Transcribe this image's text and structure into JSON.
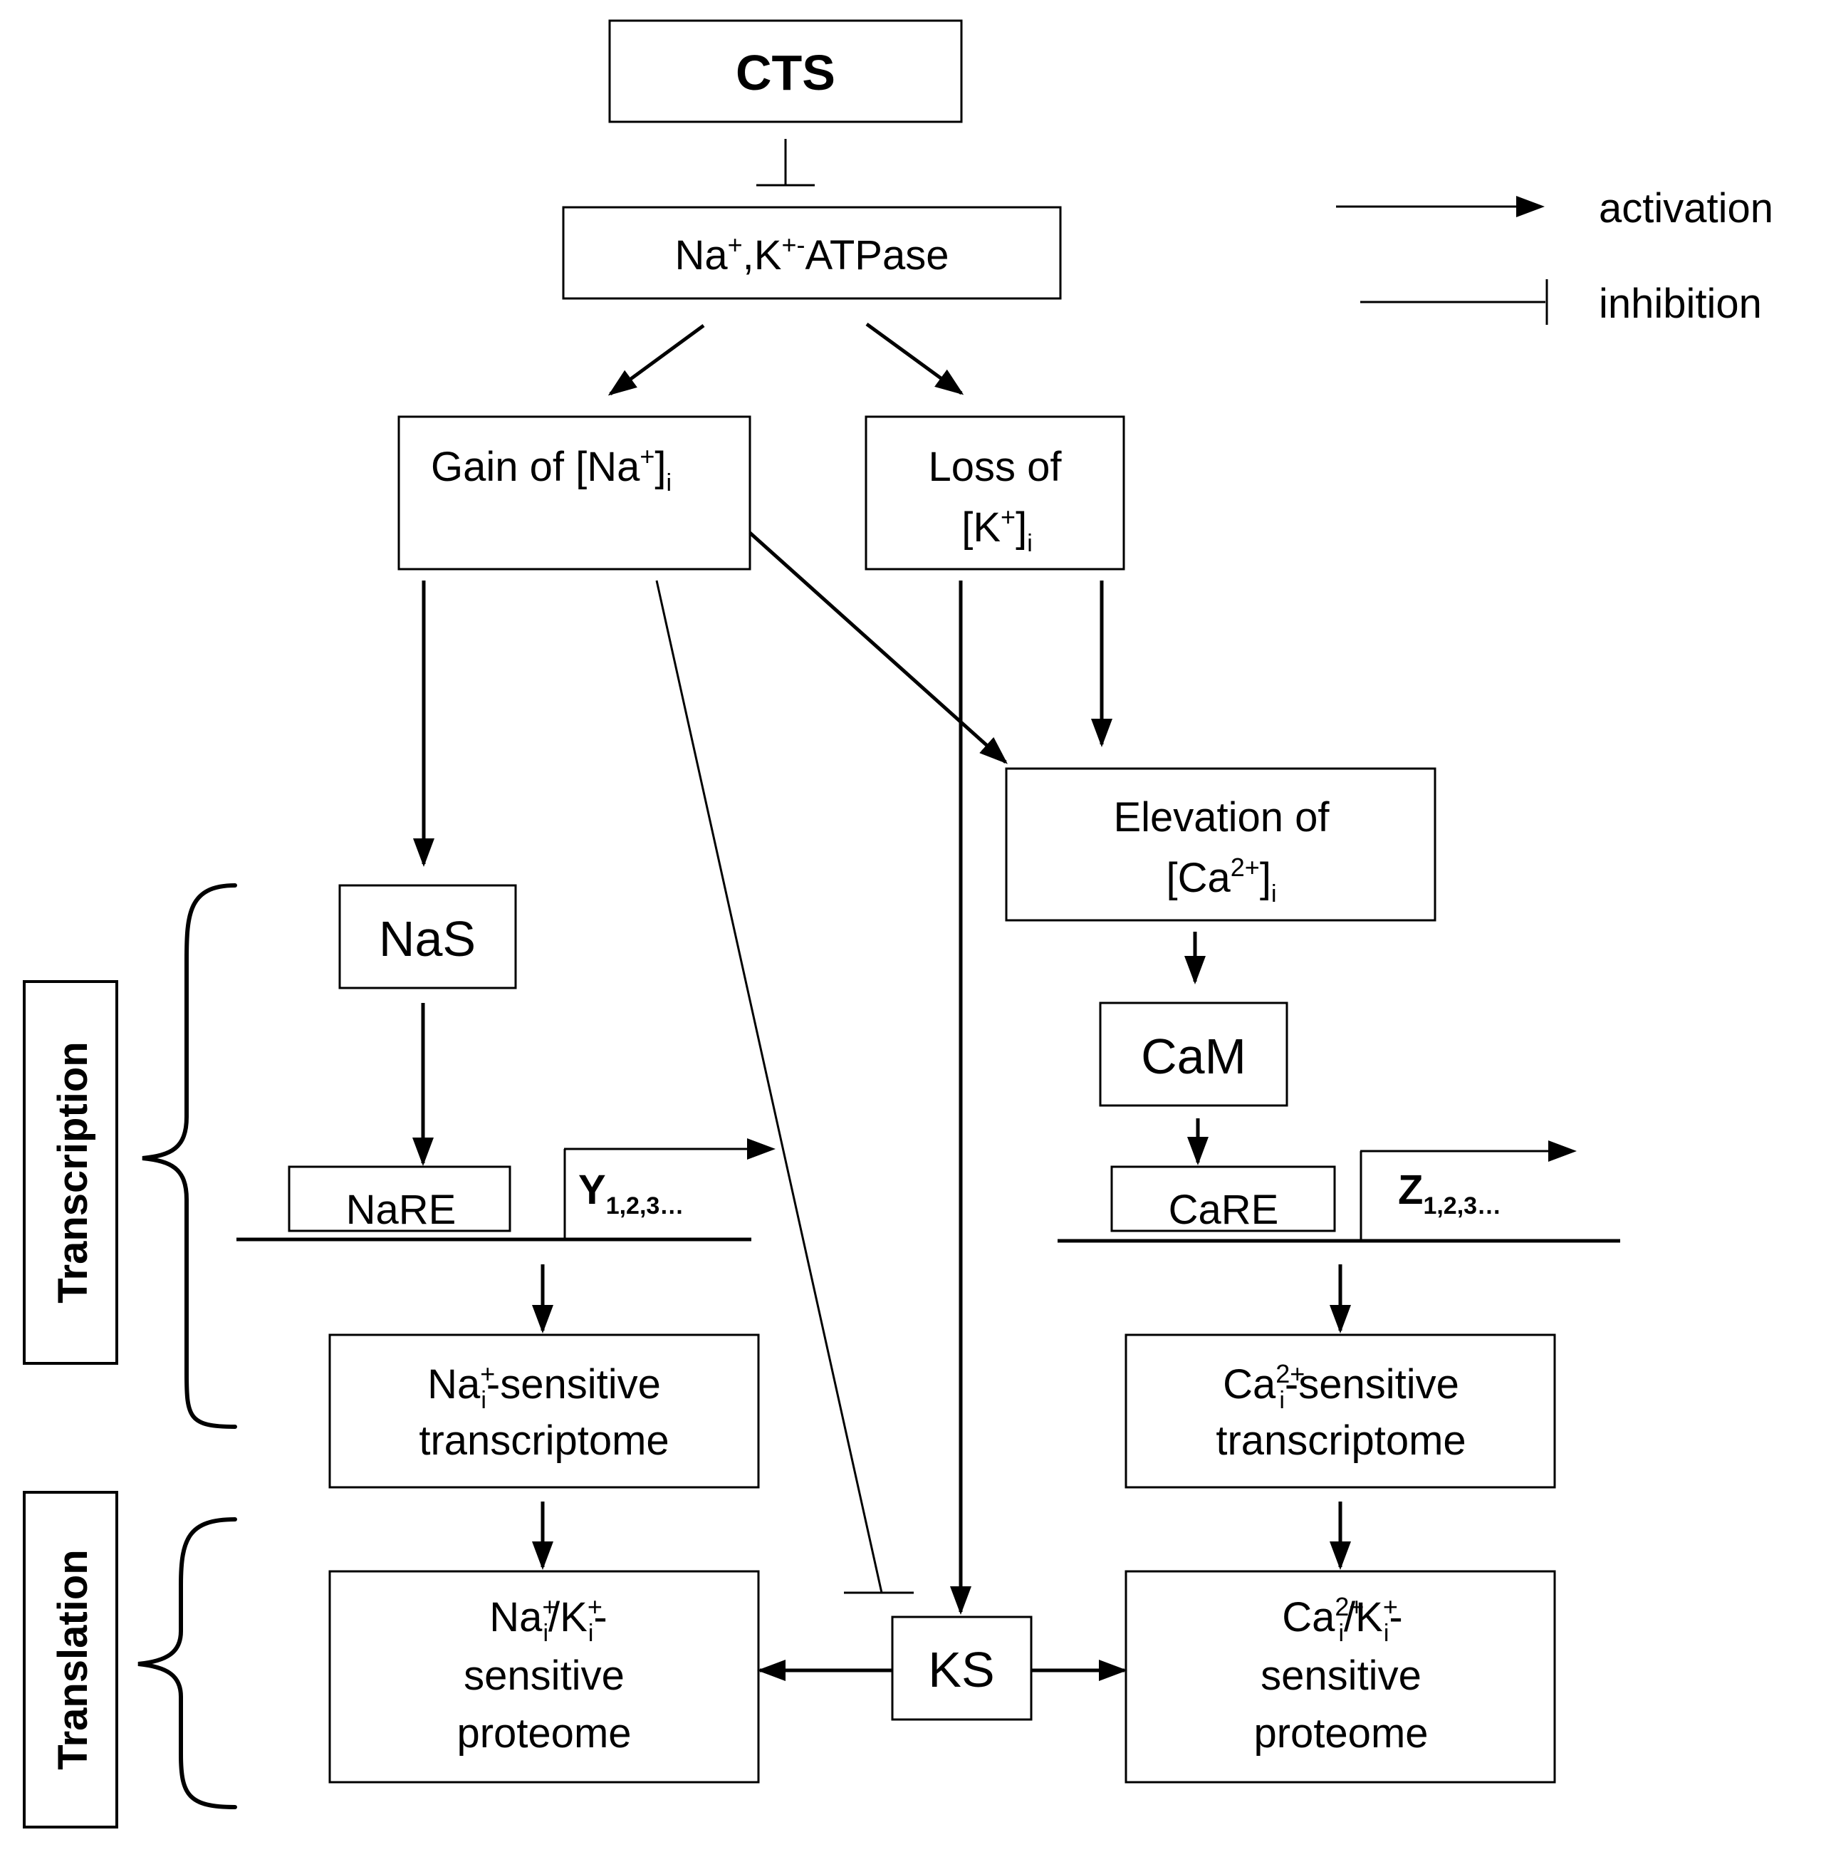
{
  "legend": {
    "activation": "activation",
    "inhibition": "inhibition"
  },
  "side_labels": {
    "transcription": "Transcription",
    "translation": "Translation"
  },
  "nodes": {
    "cts": "CTS",
    "pump": {
      "na": "Na",
      "na_sup": "+",
      "sep": ",K",
      "k_sup": "+-",
      "rest": "ATPase"
    },
    "gain_na": {
      "pre": "Gain of [Na",
      "sup": "+",
      "post": "]",
      "sub": "i"
    },
    "loss_k": {
      "line1": "Loss of",
      "pre": "[K",
      "sup": "+",
      "post": "]",
      "sub": "i"
    },
    "elev_ca": {
      "line1": "Elevation of",
      "pre": "[Ca",
      "sup": "2+",
      "post": "]",
      "sub": "i"
    },
    "nas": "NaS",
    "cam": "CaM",
    "nare": "NaRE",
    "care": "CaRE",
    "gene_y": {
      "letter": "Y",
      "sub": "1,2,3…"
    },
    "gene_z": {
      "letter": "Z",
      "sub": "1,2,3…"
    },
    "na_transcriptome": {
      "pre": "Na",
      "sup": "+",
      "sub": "i",
      "post": "-sensitive",
      "line2": "transcriptome"
    },
    "ca_transcriptome": {
      "pre": "Ca",
      "sup": "2+",
      "sub": "i",
      "post": "-sensitive",
      "line2": "transcriptome"
    },
    "na_proteome": {
      "pre": "Na",
      "sup1": "+",
      "sub1": "i",
      "mid": "/K",
      "sup2": "+",
      "sub2": "i",
      "post": "-",
      "line2": "sensitive",
      "line3": "proteome"
    },
    "ca_proteome": {
      "pre": "Ca",
      "sup1": "2+",
      "sub1": "i",
      "mid": "/K",
      "sup2": "+",
      "sub2": "i",
      "post": "-",
      "line2": "sensitive",
      "line3": "proteome"
    },
    "ks": "KS"
  }
}
